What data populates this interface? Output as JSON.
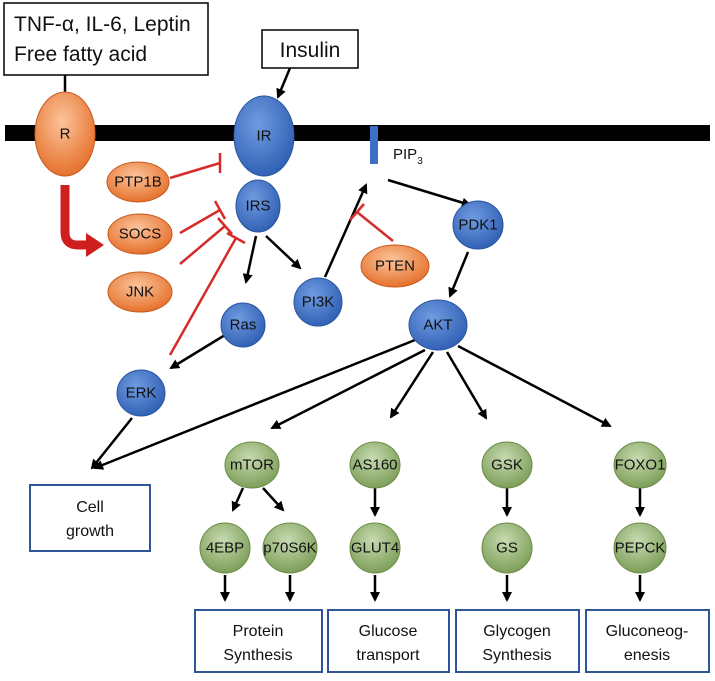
{
  "inputs": {
    "cytokines_line1": "TNF-α, IL-6, Leptin",
    "cytokines_line2": "Free fatty acid",
    "insulin": "Insulin"
  },
  "receptors": {
    "r": "R",
    "ir": "IR"
  },
  "pip3": {
    "base": "PIP",
    "sub": "3"
  },
  "signaling_nodes": {
    "irs": "IRS",
    "ptp1b": "PTP1B",
    "socs": "SOCS",
    "jnk": "JNK",
    "pten": "PTEN",
    "pdk1": "PDK1",
    "pi3k": "PI3K",
    "ras": "Ras",
    "akt": "AKT",
    "erk": "ERK"
  },
  "effector_nodes": {
    "mtor": "mTOR",
    "as160": "AS160",
    "gsk": "GSK",
    "foxo1": "FOXO1",
    "four_ebp": "4EBP",
    "p70s6k": "p70S6K",
    "glut4": "GLUT4",
    "gs": "GS",
    "pepck": "PEPCK"
  },
  "outcomes": {
    "cell_growth_line1": "Cell",
    "cell_growth_line2": "growth",
    "protein_line1": "Protein",
    "protein_line2": "Synthesis",
    "glucose_line1": "Glucose",
    "glucose_line2": "transport",
    "glycogen_line1": "Glycogen",
    "glycogen_line2": "Synthesis",
    "gluconeo_line1": "Gluconeog-",
    "gluconeo_line2": "enesis"
  },
  "colors": {
    "blue_node": "#3f6fc4",
    "orange_node": "#f28a4a",
    "green_node": "#8aab64",
    "inhibition_red": "#d62b2b",
    "box_border": "#2f5597",
    "membrane": "#000000"
  }
}
